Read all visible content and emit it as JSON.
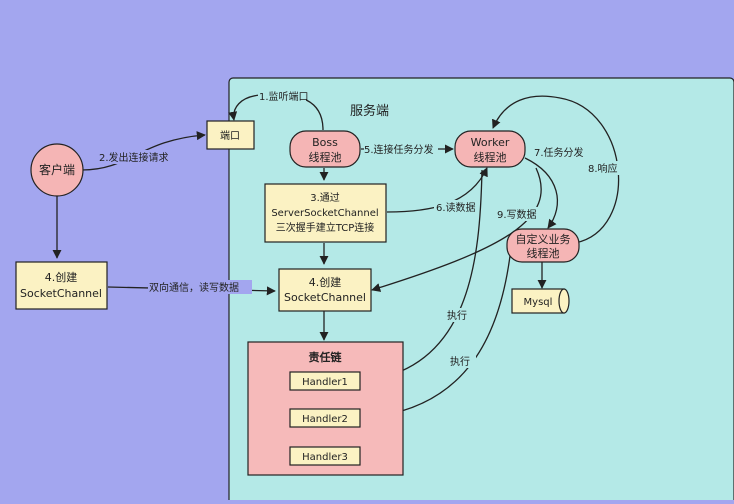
{
  "server_area": {
    "title": "服务端"
  },
  "nodes": {
    "client": "客户端",
    "port": "端口",
    "client_channel": [
      "4.创建",
      "SocketChannel"
    ],
    "boss": [
      "Boss",
      "线程池"
    ],
    "worker": [
      "Worker",
      "线程池"
    ],
    "server_channel": [
      "3.通过",
      "ServerSocketChannel",
      "三次握手建立TCP连接"
    ],
    "socket_channel": [
      "4.创建",
      "SocketChannel"
    ],
    "custom_pool": [
      "自定义业务",
      "线程池"
    ],
    "mysql": "Mysql",
    "chain": {
      "title": "责任链",
      "handlers": [
        "Handler1",
        "Handler2",
        "Handler3"
      ]
    }
  },
  "edges": {
    "listen": "1.监听端口",
    "send_request": "2.发出连接请求",
    "dispatch_conn": "5.连接任务分发",
    "read": "6.读数据",
    "dispatch_task": "7.任务分发",
    "respond": "8.响应",
    "write": "9.写数据",
    "duplex": "双向通信，读写数据",
    "exec1": "执行",
    "exec2": "执行"
  },
  "colors": {
    "background": "#a3a6ef",
    "server_area": "#b4e9e7",
    "node_pink": "#f5b5b5",
    "node_yellow": "#fbf2c3",
    "chain_bg": "#f6baba"
  }
}
